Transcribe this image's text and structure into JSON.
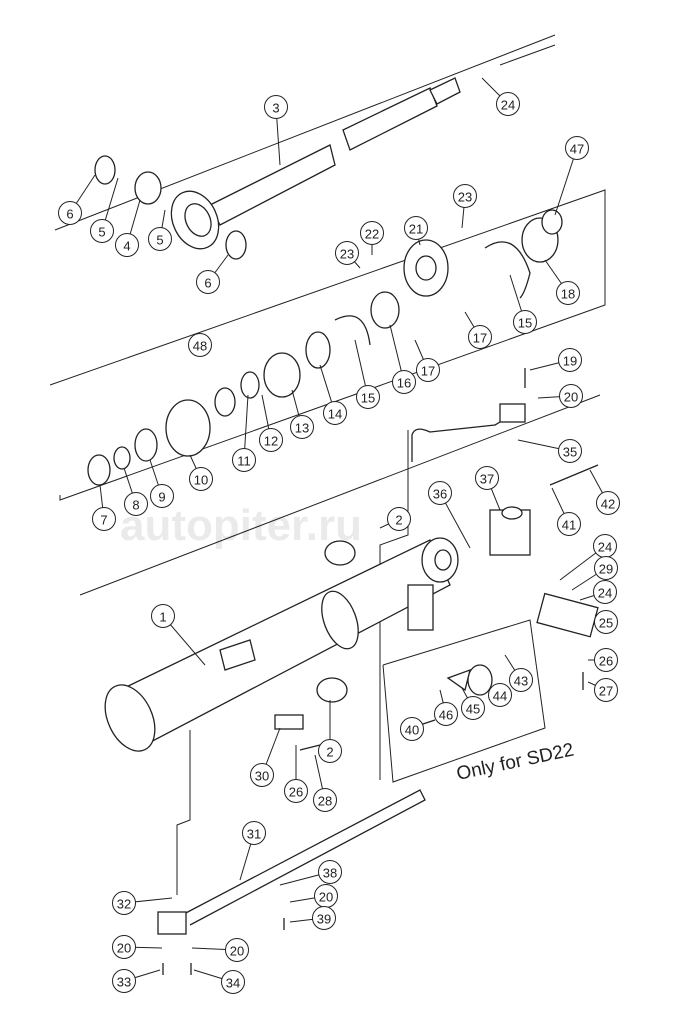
{
  "diagram": {
    "note": "Only for SD22",
    "watermark": "autopiter.ru",
    "callouts": [
      "3",
      "24",
      "47",
      "6",
      "5",
      "4",
      "5",
      "6",
      "23",
      "22",
      "21",
      "23",
      "18",
      "15",
      "17",
      "48",
      "15",
      "16",
      "17",
      "14",
      "13",
      "12",
      "11",
      "19",
      "20",
      "35",
      "10",
      "9",
      "8",
      "7",
      "37",
      "36",
      "42",
      "41",
      "2",
      "24",
      "29",
      "24",
      "25",
      "1",
      "26",
      "43",
      "27",
      "44",
      "45",
      "46",
      "40",
      "2",
      "30",
      "26",
      "28",
      "31",
      "38",
      "32",
      "20",
      "39",
      "20",
      "20",
      "33",
      "34"
    ]
  }
}
